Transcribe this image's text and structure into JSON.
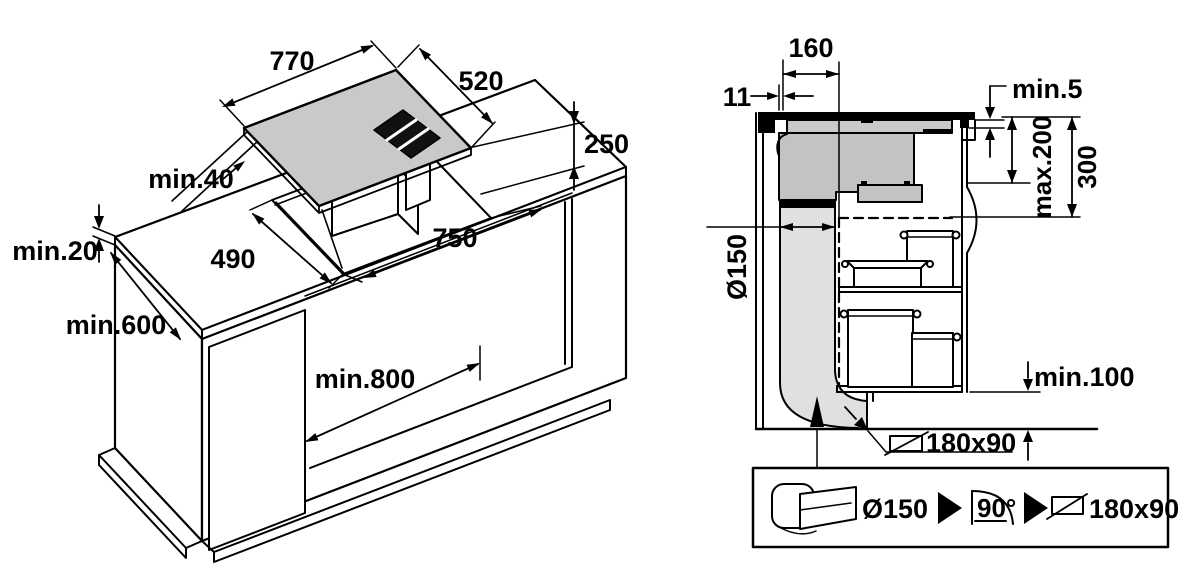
{
  "drawing": {
    "type": "installation-dimension-drawing",
    "colors": {
      "line": "#000000",
      "glass_top_gray": "#c9c9c9",
      "housing_gray": "#c3c3c3",
      "duct_light_gray": "#e0e0e0",
      "grille_black": "#111111",
      "background": "#ffffff"
    },
    "left_view": {
      "description": "isometric view of worktop cabinet with downdraft hob",
      "labels": {
        "d770": "770",
        "d520": "520",
        "d250": "250",
        "min40": "min.40",
        "d490": "490",
        "d750": "750",
        "min20": "min.20",
        "min600": "min.600",
        "min800": "min.800"
      }
    },
    "right_view": {
      "description": "cross-section of cabinet with duct routing",
      "labels": {
        "d160": "160",
        "d11": "11",
        "min5": "min.5",
        "max200": "max.200",
        "d300": "300",
        "dia150": "Ø150",
        "min100": "min.100",
        "duct180x90": "180x90"
      }
    },
    "legend": {
      "icon": "duct-adapter-3d-icon",
      "flow": {
        "diameter": "Ø150",
        "angle": "90°",
        "duct": "180x90"
      }
    }
  }
}
